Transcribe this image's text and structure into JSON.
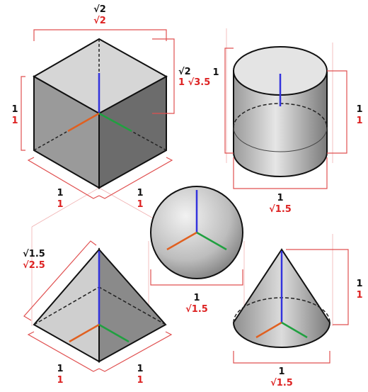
{
  "colors": {
    "dimension_line": "#e05050",
    "guide_line": "#f0b0b0",
    "label_primary": "#111111",
    "label_secondary": "#dd2222",
    "axis_x": "#e06020",
    "axis_y": "#20a040",
    "axis_z": "#3333dd"
  },
  "cube": {
    "top_diag": {
      "primary": "√2",
      "secondary": "√2"
    },
    "right_diag": {
      "primary": "√2",
      "secondary": "1 √3.5"
    },
    "height": {
      "primary": "1",
      "secondary": "1"
    },
    "bottom_left": {
      "primary": "1",
      "secondary": "1"
    },
    "bottom_right": {
      "primary": "1",
      "secondary": "1"
    }
  },
  "cylinder": {
    "height_left": {
      "primary": "1"
    },
    "height_right": {
      "primary": "1",
      "secondary": "1"
    },
    "diameter": {
      "primary": "1",
      "secondary": "√1.5"
    }
  },
  "sphere": {
    "diameter": {
      "primary": "1",
      "secondary": "√1.5"
    }
  },
  "pyramid": {
    "slant": {
      "primary": "√1.5",
      "secondary": "√2.5"
    },
    "bottom_left": {
      "primary": "1",
      "secondary": "1"
    },
    "bottom_right": {
      "primary": "1",
      "secondary": "1"
    }
  },
  "cone": {
    "height": {
      "primary": "1",
      "secondary": "1"
    },
    "diameter": {
      "primary": "1",
      "secondary": "√1.5"
    }
  }
}
